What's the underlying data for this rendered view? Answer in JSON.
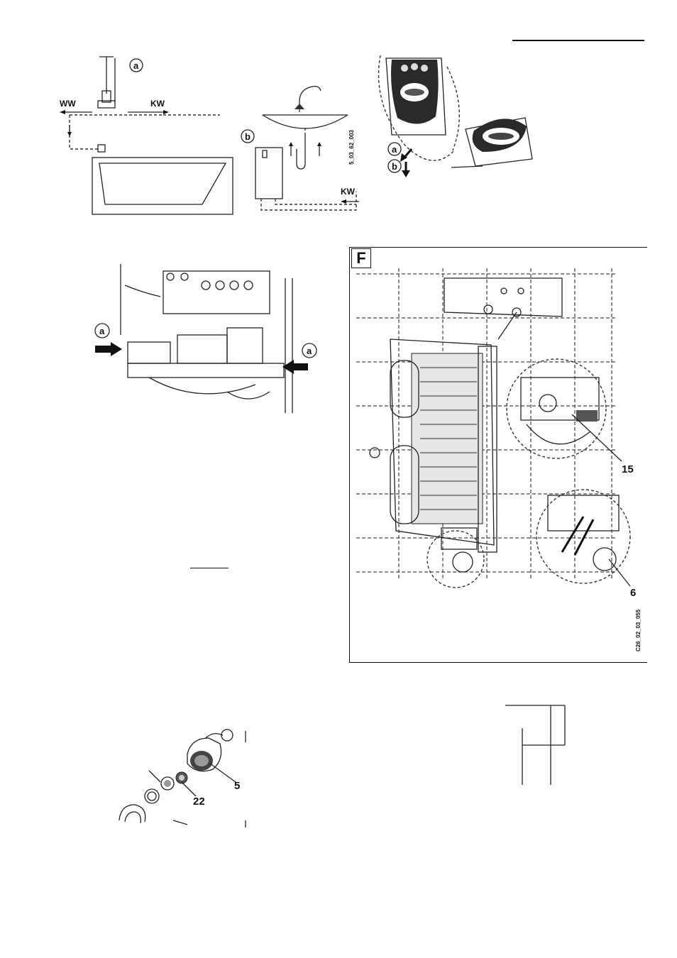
{
  "page": {
    "header_rule": true
  },
  "fig_tap": {
    "label_a": "a",
    "label_b": "b",
    "ww": "WW",
    "kw": "KW",
    "kw2": "KW",
    "side_code": "5_03_62_003"
  },
  "fig_cover": {
    "label_a": "a",
    "label_b": "b"
  },
  "fig_clips": {
    "label_a_left": "a",
    "label_a_right": "a"
  },
  "fig_f": {
    "panel_letter": "F",
    "callout_15": "15",
    "callout_6": "6",
    "side_code": "C26_02_03_055"
  },
  "fig_filter": {
    "callout_5": "5",
    "callout_22": "22"
  }
}
